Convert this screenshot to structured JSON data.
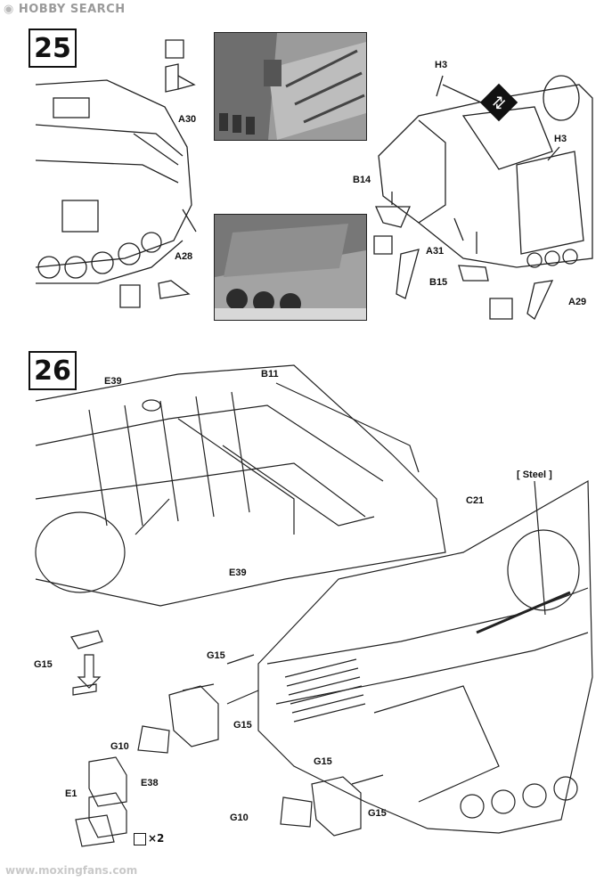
{
  "watermark_top": "HOBBY SEARCH",
  "watermark_bottom": "www.moxingfans.com",
  "steps": [
    {
      "number": "25"
    },
    {
      "number": "26"
    }
  ],
  "step25": {
    "labels": {
      "a30": "A30",
      "a28": "A28",
      "h3_top": "H3",
      "h3_right": "H3",
      "b14": "B14",
      "a31": "A31",
      "b15": "B15",
      "a29": "A29"
    }
  },
  "step26": {
    "labels": {
      "e39_top": "E39",
      "b11": "B11",
      "e39_bottom": "E39",
      "steel": "[ Steel ]",
      "c21": "C21",
      "g15_left": "G15",
      "g15_mid_top": "G15",
      "g15_mid": "G15",
      "g15_lower": "G15",
      "g15_right": "G15",
      "g10_left": "G10",
      "g10_right": "G10",
      "e38": "E38",
      "e1": "E1",
      "multiplier": "×2"
    }
  }
}
